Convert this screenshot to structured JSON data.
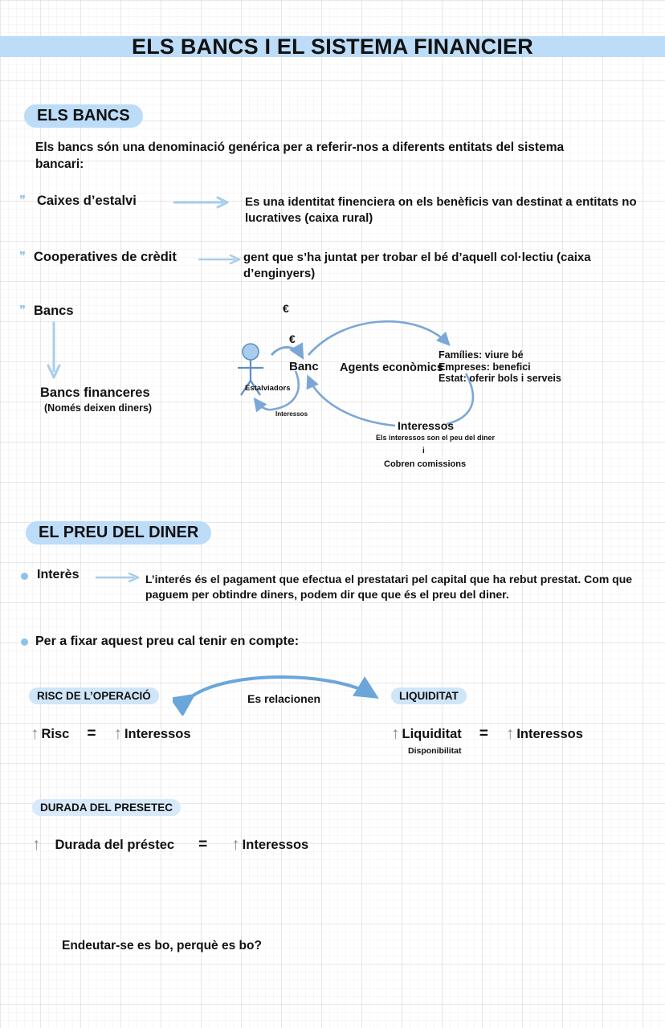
{
  "colors": {
    "band": "#bcdcf8",
    "pill": "#bcdcf8",
    "mini_pill": "#cfe5f8",
    "arrow_light": "#a8cdec",
    "arrow_medium": "#6aa6da",
    "diagram_stroke": "#7ba7d7",
    "up_arrow_gray": "#8a8a8a",
    "text": "#111111"
  },
  "header": {
    "title": "ELS BANCS I EL SISTEMA FINANCIER"
  },
  "section_bancs": {
    "pill_label": "ELS BANCS",
    "intro": "Els bancs són una denominació genérica per a referir-nos a diferents entitats del sistema bancari:",
    "items": [
      {
        "term": "Caixes d’estalvi",
        "definition": "Es una identitat finenciera on els benèficis van destinat a entitats no lucratives (caixa rural)",
        "bullet": "crescent-bullet-icon",
        "arrow": "right-arrow-icon"
      },
      {
        "term": "Cooperatives de crèdit",
        "definition": "gent que s’ha juntat per trobar el bé d’aquell col·lectiu (caixa d’enginyers)",
        "bullet": "crescent-bullet-icon",
        "arrow": "right-arrow-icon"
      },
      {
        "term": "Bancs",
        "definition": "",
        "bullet": "crescent-bullet-icon",
        "arrow": "down-arrow-icon"
      }
    ],
    "bancs_branch": {
      "label": "Bancs financeres",
      "sublabel": "(Només deixen diners)",
      "arrow": "down-arrow-icon"
    }
  },
  "diagram": {
    "name": "bank-money-flow-diagram",
    "nodes": {
      "saver_figure": "Estalviadors",
      "bank": "Banc",
      "agents": "Agents econòmics",
      "interest_return": "Interessos",
      "interest_label_small": "Interessos"
    },
    "currency_top": "€",
    "currency_left": "€",
    "agents_detail": [
      "Famílies: viure bé",
      "Empreses: benefici",
      "Estat: oferir bols i serveis"
    ],
    "notes": [
      "Els interessos son el peu del diner",
      "i",
      "Cobren comissions"
    ]
  },
  "section_preu": {
    "pill_label": "EL PREU DEL DINER",
    "items": [
      {
        "bullet": "dot-bullet-icon",
        "term": "Interès",
        "arrow": "right-arrow-icon",
        "definition": "L’interés és el pagament que efectua el prestatari pel capital que ha rebut prestat. Com que paguem per obtindre diners, podem dir que que és el preu del diner."
      },
      {
        "bullet": "dot-bullet-icon",
        "term": "Per a fixar aquest preu cal tenir en compte:",
        "arrow": "",
        "definition": ""
      }
    ],
    "relation": {
      "left_pill": "RISC DE L’OPERACIÓ",
      "right_pill": "LIQUIDITAT",
      "arrow_label": "Es relacionen",
      "arrow": "double-headed-curved-arrow-icon"
    },
    "equations": [
      {
        "left_arrow": "↑",
        "left_term": "Risc",
        "equals": "=",
        "right_arrow": "↑",
        "right_term": "Interessos",
        "sub": ""
      },
      {
        "left_arrow": "↑",
        "left_term": "Liquiditat",
        "equals": "=",
        "right_arrow": "↑",
        "right_term": "Interessos",
        "sub": "Disponibilitat"
      }
    ],
    "duration": {
      "pill_label": "DURADA DEL PRESETEC",
      "left_arrow": "↑",
      "left_term": "Durada del préstec",
      "equals": "=",
      "right_arrow": "↑",
      "right_term": "Interessos"
    }
  },
  "footer": {
    "question": "Endeutar-se es bo, perquè es bo?"
  }
}
